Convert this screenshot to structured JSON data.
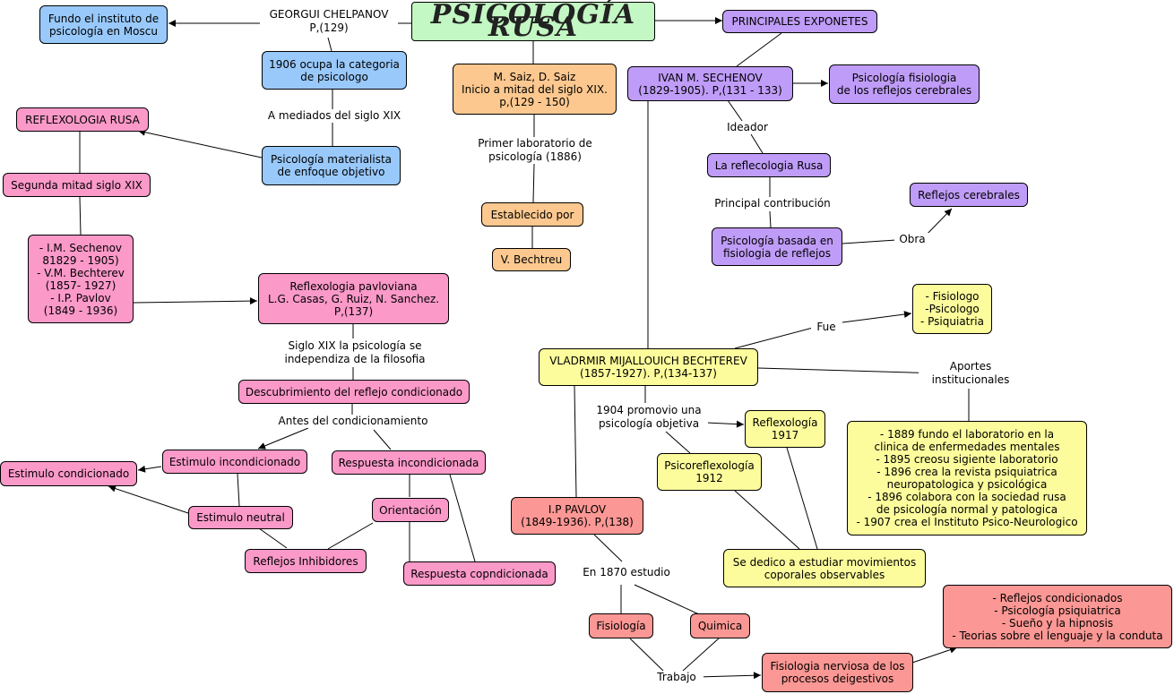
{
  "title": "PSICOLOGÍA RUSA",
  "colors": {
    "blue": "#99c9fb",
    "green": "#c3f7c3",
    "orange": "#fcc88f",
    "purple": "#bf9cf7",
    "pink": "#fb99c9",
    "yellow": "#fcfc9c",
    "red": "#fb9794",
    "line": "#000000"
  },
  "nodes": {
    "fundo_instituto": "Fundo el instituto de\npsicología en Moscu",
    "ocupa_categoria": "1906 ocupa la categoria\nde psicologo",
    "materialista": "Psicología materialista\nde enfoque objetivo",
    "saiz": "M. Saiz, D. Saiz\nInicio a mitad del siglo XIX.\np,(129 - 150)",
    "establecido": "Establecido por",
    "bechtreu": "V. Bechtreu",
    "principales": "PRINCIPALES EXPONETES",
    "sechenov": "IVAN M. SECHENOV\n(1829-1905). P,(131 - 133)",
    "fisiologia_reflejos": "Psicología fisiologia\nde los reflejos cerebrales",
    "reflecologia": "La reflecologia Rusa",
    "reflejos_cerebrales": "Reflejos cerebrales",
    "basada": "Psicología basada en\nfisiologia de reflejos",
    "reflexologia_rusa": "REFLEXOLOGIA RUSA",
    "segunda_mitad": "Segunda mitad siglo XIX",
    "autores": "- I.M. Sechenov\n81829 - 1905)\n- V.M. Bechterev\n(1857- 1927)\n- I.P. Pavlov\n(1849 - 1936)",
    "pavloviana": "Reflexologia pavloviana\nL.G. Casas, G. Ruiz, N. Sanchez.\nP,(137)",
    "descubrimiento": "Descubrimiento del reflejo condicionado",
    "estimulo_incond": "Estimulo incondicionado",
    "respuesta_incond": "Respuesta incondicionada",
    "estimulo_cond": "Estimulo condicionado",
    "estimulo_neutral": "Estimulo neutral",
    "orientacion": "Orientación",
    "reflejos_inhib": "Reflejos Inhibidores",
    "respuesta_cond": "Respuesta copndicionada",
    "fisiologo": "- Fisiologo\n-Psicologo\n- Psiquiatria",
    "bechterev": "VLADRMIR MIJALLOUICH BECHTEREV\n(1857-1927). P,(134-137)",
    "reflexologia1917": "Reflexología\n1917",
    "psicoreflexologia": "Psicoreflexología\n1912",
    "aportes_box": "- 1889 fundo el laboratorio en la\nclinica de enfermedades mentales\n- 1895 creosu sigiente laboratorio\n- 1896 crea la revista psiquiatrica\nneuropatologica y psicológica\n- 1896 colabora con la sociedad rusa\nde psicología normal y patologica\n- 1907 crea el Instituto Psico-Neurologico",
    "movimientos": "Se dedico a estudiar movimientos\ncoporales observables",
    "pavlov": "I.P PAVLOV\n(1849-1936). P,(138)",
    "fisiologia": "Fisiología",
    "quimica": "Quimica",
    "nerviosa": "Fisiologia nerviosa de los\nprocesos deigestivos",
    "pavlov_list": "- Reflejos condicionados\n- Psicología psiquiatrica\n- Sueño y la hipnosis\n- Teorias sobre el lenguaje y la conduta"
  },
  "labels": {
    "chelpanov": "GEORGUI CHELPANOV\nP,(129)",
    "mediados": "A mediados del siglo XIX",
    "primer_lab": "Primer laboratorio de\npsicología (1886)",
    "ideador": "Ideador",
    "principal_contrib": "Principal contribución",
    "obra": "Obra",
    "siglo_xix": "Siglo XIX la psicología se\nindependiza de la filosofia",
    "antes": "Antes del condicionamiento",
    "fue": "Fue",
    "aportes": "Aportes\ninstitucionales",
    "promovio": "1904 promovio una\npsicología objetiva",
    "en1870": "En 1870 estudio",
    "trabajo": "Trabajo"
  }
}
